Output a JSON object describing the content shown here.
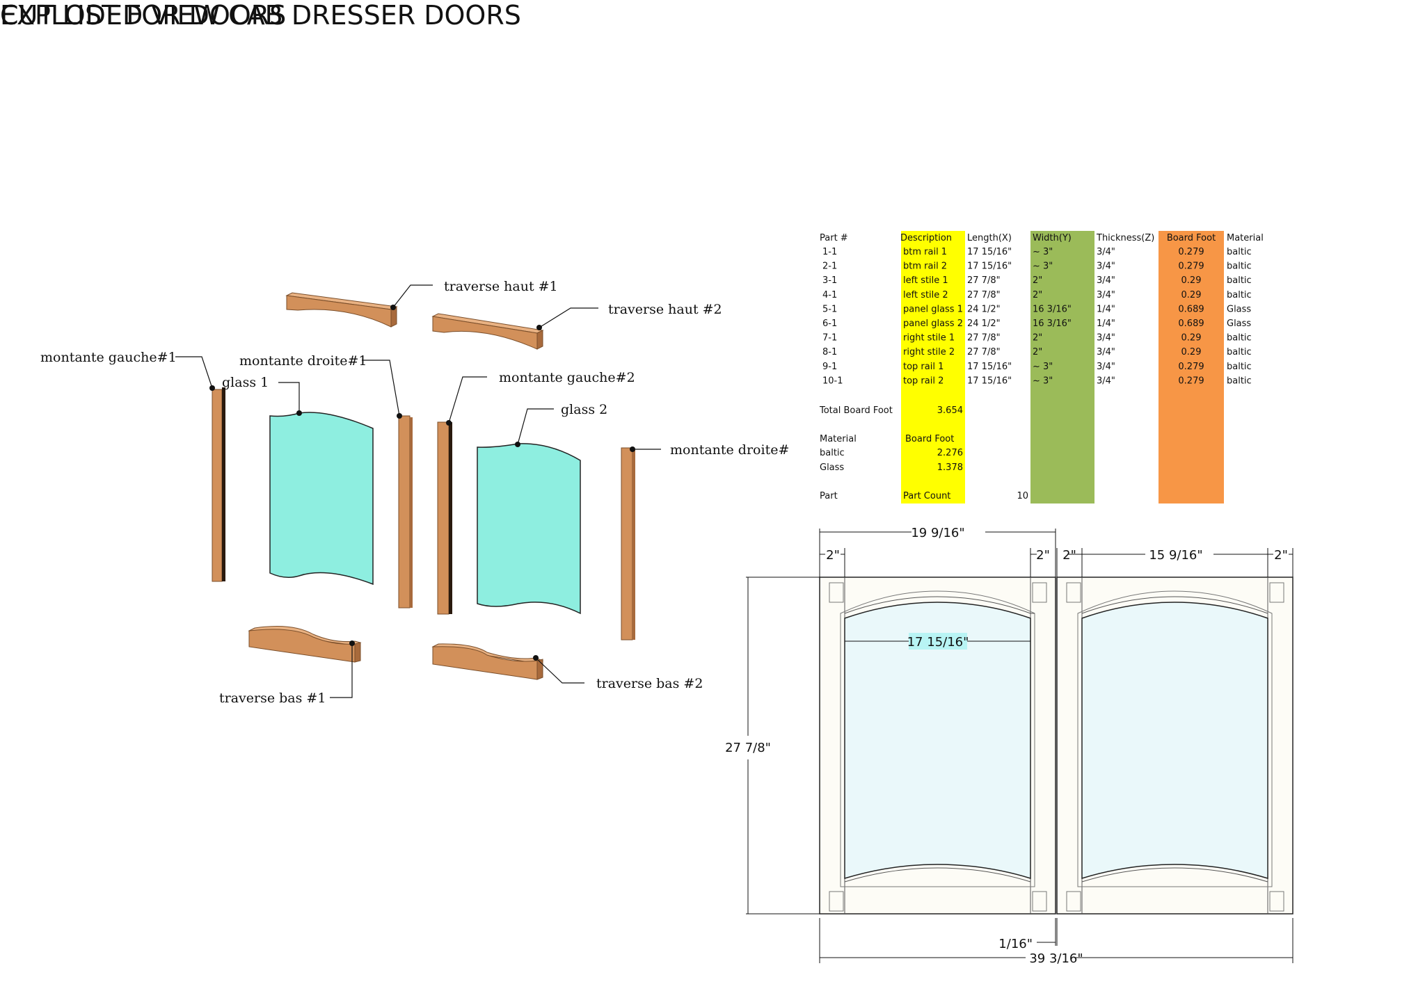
{
  "title": "EXPLODED VIEW CAB DRESSER DOORS",
  "cut_list_title": "CUT LIST FOR DOORS",
  "colors": {
    "wood": "#d2905a",
    "wood_edge": "#8a5a30",
    "glass": "#8eeee0",
    "yellow": "#ffff00",
    "green": "#9bbb59",
    "orange": "#f79646",
    "door_frame": "#fdfcf6",
    "door_glass": "#eaf8fa"
  },
  "exploded_labels": {
    "traverse_haut_1": "traverse haut #1",
    "traverse_haut_2": "traverse haut #2",
    "montante_gauche_1": "montante gauche#1",
    "montante_droite_1": "montante droite#1",
    "glass_1": "glass 1",
    "montante_gauche_2": "montante gauche#2",
    "glass_2": "glass 2",
    "montante_droite_2": "montante droite#",
    "traverse_bas_1": "traverse bas #1",
    "traverse_bas_2": "traverse bas #2"
  },
  "cut_list": {
    "headers": [
      "Part #",
      "Description",
      "Length(X)",
      "Width(Y)",
      "Thickness(Z)",
      "Board Foot",
      "Material"
    ],
    "rows": [
      [
        "1-1",
        "btm rail 1",
        "17 15/16\"",
        "~ 3\"",
        "3/4\"",
        "0.279",
        "baltic"
      ],
      [
        "2-1",
        "btm rail 2",
        "17 15/16\"",
        "~ 3\"",
        "3/4\"",
        "0.279",
        "baltic"
      ],
      [
        "3-1",
        "left stile 1",
        "27 7/8\"",
        "2\"",
        "3/4\"",
        "0.29",
        "baltic"
      ],
      [
        "4-1",
        "left stile 2",
        "27 7/8\"",
        "2\"",
        "3/4\"",
        "0.29",
        "baltic"
      ],
      [
        "5-1",
        "panel glass 1",
        "24 1/2\"",
        "16 3/16\"",
        "1/4\"",
        "0.689",
        "Glass"
      ],
      [
        "6-1",
        "panel glass 2",
        "24 1/2\"",
        "16 3/16\"",
        "1/4\"",
        "0.689",
        "Glass"
      ],
      [
        "7-1",
        "right stile 1",
        "27 7/8\"",
        "2\"",
        "3/4\"",
        "0.29",
        "baltic"
      ],
      [
        "8-1",
        "right stile 2",
        "27 7/8\"",
        "2\"",
        "3/4\"",
        "0.29",
        "baltic"
      ],
      [
        "9-1",
        "top rail 1",
        "17 15/16\"",
        "~ 3\"",
        "3/4\"",
        "0.279",
        "baltic"
      ],
      [
        "10-1",
        "top rail 2",
        "17 15/16\"",
        "~ 3\"",
        "3/4\"",
        "0.279",
        "baltic"
      ]
    ],
    "total_label": "Total Board Foot",
    "total_value": "3.654",
    "summary_headers": [
      "Material",
      "Board Foot"
    ],
    "summary_rows": [
      [
        "baltic",
        "2.276"
      ],
      [
        "Glass",
        "1.378"
      ]
    ],
    "part_label": "Part",
    "part_count_label": "Part Count",
    "part_count_value": "10"
  },
  "dimensions": {
    "door_width": "19 9/16\"",
    "stile_left_1": "2\"",
    "stile_right_1": "2\"",
    "stile_left_2": "2\"",
    "glass_width_2": "15 9/16\"",
    "stile_right_2": "2\"",
    "rail_length": "17 15/16\"",
    "height": "27 7/8\"",
    "gap": "1/16\"",
    "total_width": "39 3/16\""
  }
}
